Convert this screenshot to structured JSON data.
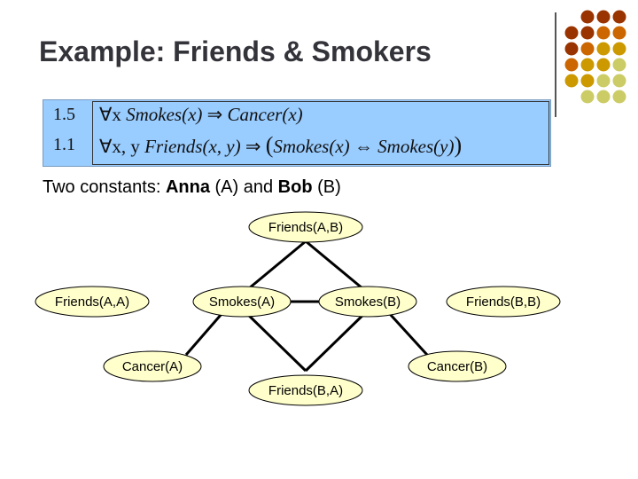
{
  "title": "Example: Friends & Smokers",
  "formulas": [
    {
      "weight": "1.5",
      "quant": "∀x",
      "lhs": "Smokes(x)",
      "arrow": "⇒",
      "rhs": "Cancer(x)"
    },
    {
      "weight": "1.1",
      "quant": "∀x, y",
      "lhs": "Friends(x, y)",
      "arrow": "⇒",
      "rhs_open": "(",
      "rhs_a": "Smokes(x)",
      "rhs_op": "⇔",
      "rhs_b": "Smokes(y)",
      "rhs_close": ")"
    }
  ],
  "constants": {
    "prefix": "Two constants: ",
    "name1": "Anna",
    "abbr1": " (A) and ",
    "name2": "Bob",
    "abbr2": " (B)"
  },
  "nodes": {
    "friends_ab": "Friends(A,B)",
    "friends_aa": "Friends(A,A)",
    "smokes_a": "Smokes(A)",
    "smokes_b": "Smokes(B)",
    "friends_bb": "Friends(B,B)",
    "cancer_a": "Cancer(A)",
    "cancer_b": "Cancer(B)",
    "friends_ba": "Friends(B,A)"
  },
  "colors": {
    "node_fill": "#ffffcc",
    "formula_box": "#99ccff",
    "dot_brown": "#993300",
    "dot_orange": "#cc6600",
    "dot_gold": "#cc9900",
    "dot_olive": "#cccc66"
  }
}
